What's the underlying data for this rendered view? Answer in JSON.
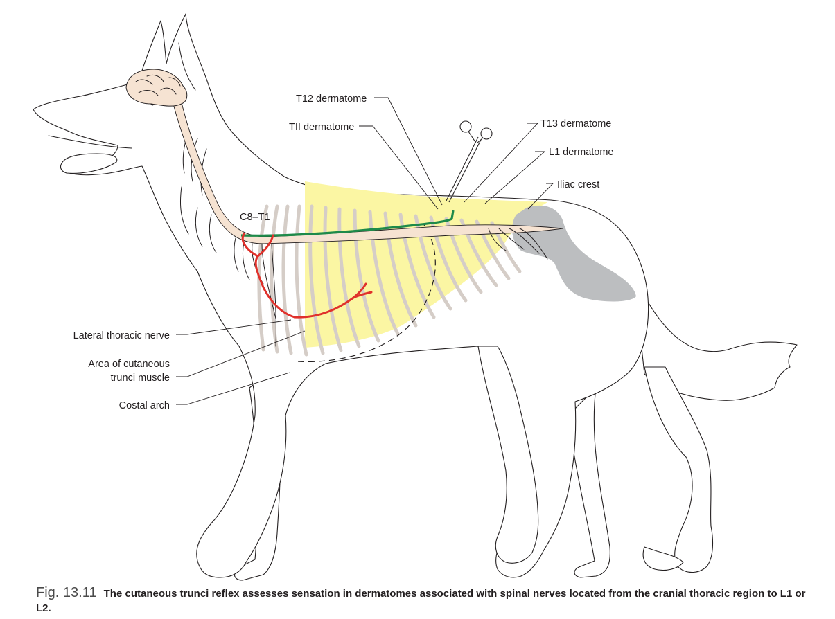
{
  "labels": {
    "t12": "T12 dermatome",
    "t11": "TII dermatome",
    "t13": "T13 dermatome",
    "l1": "L1 dermatome",
    "iliac": "Iliac crest",
    "c8t1": "C8–T1",
    "lateral_thoracic": "Lateral thoracic nerve",
    "cutaneous_area_line1": "Area of cutaneous",
    "cutaneous_area_line2": "trunci muscle",
    "costal_arch": "Costal arch"
  },
  "caption": {
    "number": "Fig. 13.11",
    "text": "The cutaneous trunci reflex assesses sensation in dermatomes associated with spinal nerves located from the cranial thoracic region to L1 or L2."
  },
  "colors": {
    "dermatome_area": "#fbf6a3",
    "spinal_cord": "#f6e3d2",
    "ribs": "#d5cdc7",
    "lateral_thoracic_nerve": "#e0312b",
    "c8_t1_segment": "#1e8a4a",
    "iliac_crest": "#bcbec0",
    "outline": "#231f20"
  }
}
